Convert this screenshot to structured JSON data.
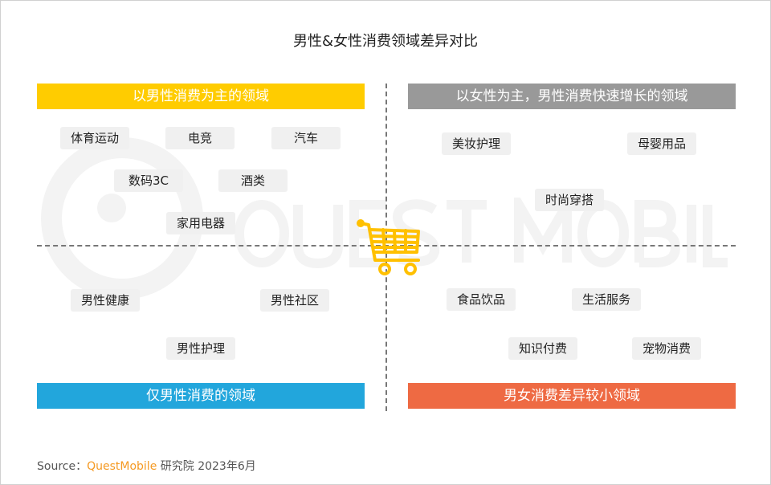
{
  "title": "男性&女性消费领域差异对比",
  "watermark": "QUEST MOBILE",
  "quadrants": {
    "top_left": {
      "label": "以男性消费为主的领域",
      "color": "#ffcc00",
      "tags": [
        "体育运动",
        "电竞",
        "汽车",
        "数码3C",
        "酒类",
        "家用电器"
      ]
    },
    "top_right": {
      "label": "以女性为主，男性消费快速增长的领域",
      "color": "#999999",
      "tags": [
        "美妆护理",
        "母婴用品",
        "时尚穿搭"
      ]
    },
    "bottom_left": {
      "label": "仅男性消费的领域",
      "color": "#22a6dc",
      "tags": [
        "男性健康",
        "男性社区",
        "男性护理"
      ]
    },
    "bottom_right": {
      "label": "男女消费差异较小领域",
      "color": "#ee6a43",
      "tags": [
        "食品饮品",
        "生活服务",
        "知识付费",
        "宠物消费"
      ]
    }
  },
  "center_icon": "shopping-cart-icon",
  "source": {
    "prefix": "Source：",
    "brand": "QuestMobile",
    "suffix": " 研究院 2023年6月"
  }
}
